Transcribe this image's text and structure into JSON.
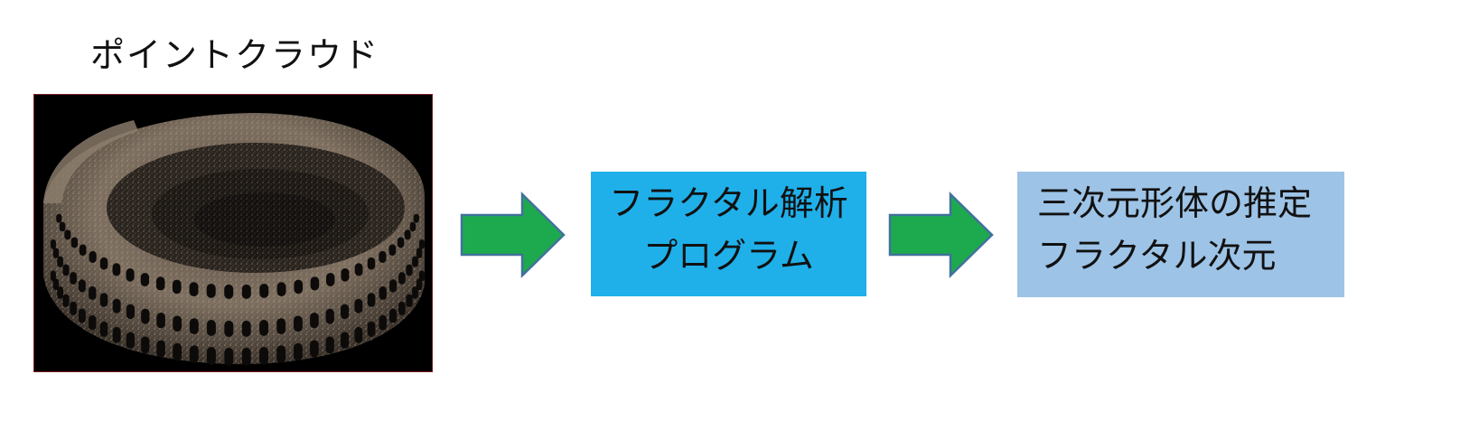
{
  "title": "ポイントクラウド",
  "image": {
    "subject": "colosseum-point-cloud",
    "background_color": "#000000",
    "border_color": "#7a1c1c"
  },
  "arrows": {
    "fill_color": "#1daa4e",
    "stroke_color": "#41719c"
  },
  "box1": {
    "line1": "フラクタル解析",
    "line2": "プログラム",
    "color": "#1fb0ea"
  },
  "box2": {
    "line1": "三次元形体の推定",
    "line2": "フラクタル次元",
    "color": "#9dc3e6"
  }
}
